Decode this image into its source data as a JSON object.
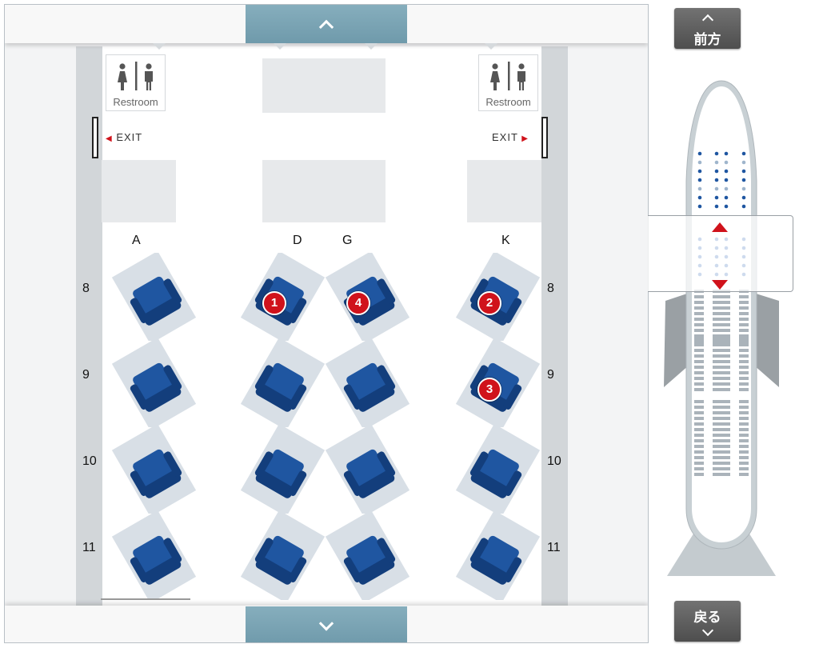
{
  "labels": {
    "restroom": "Restroom",
    "exit": "EXIT"
  },
  "columns": [
    "A",
    "D",
    "G",
    "K"
  ],
  "rows": [
    "8",
    "9",
    "10",
    "11"
  ],
  "selected_seats": [
    {
      "row": "8",
      "col": "D",
      "order": "1"
    },
    {
      "row": "8",
      "col": "K",
      "order": "2"
    },
    {
      "row": "9",
      "col": "K",
      "order": "3"
    },
    {
      "row": "8",
      "col": "G",
      "order": "4"
    }
  ],
  "side_nav": {
    "forward_label": "前方",
    "back_label": "戻る"
  },
  "icons": {
    "scroll_up": "chevron-up-icon",
    "scroll_down": "chevron-down-icon",
    "restroom": "restroom-icon",
    "exit": "exit-arrow-icon"
  },
  "colors": {
    "seat": "#1f56a1",
    "seat_dark": "#133e7c",
    "seat_shadow": "#d8dfe6",
    "selected_badge": "#d0121b",
    "nav_button": "#7ba5b5",
    "side_button": "#5f5f5f"
  }
}
